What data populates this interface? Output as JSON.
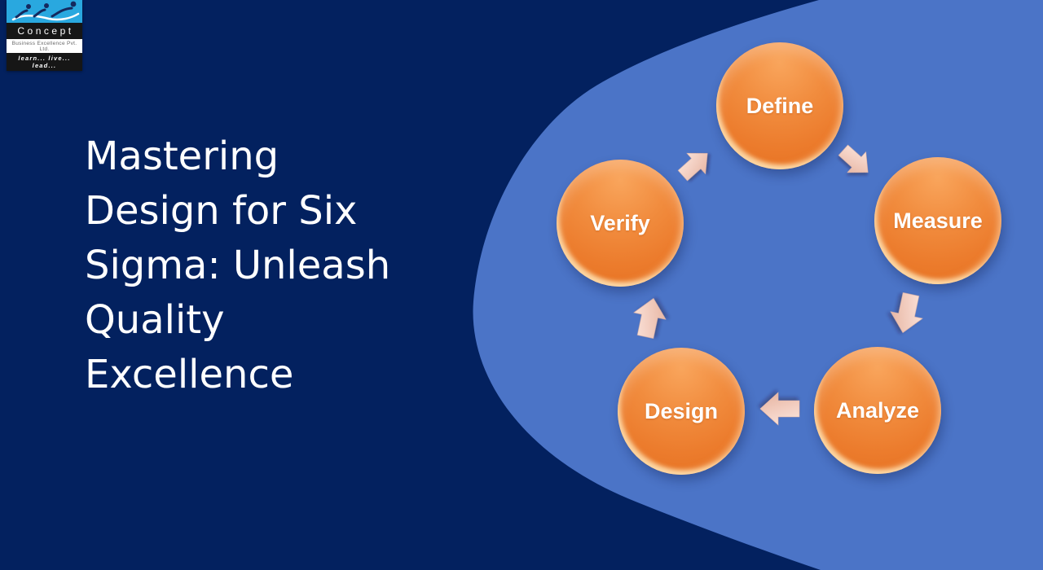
{
  "slide": {
    "title_text": "Mastering Design for Six Sigma: Unleash Quality Excellence",
    "title_lines": [
      "Mastering",
      "Design for Six",
      "Sigma: Unleash",
      "Quality",
      "Excellence"
    ]
  },
  "logo": {
    "name": "Concept",
    "subtitle": "Business Excellence Pvt. Ltd.",
    "tagline": "learn... live... lead..."
  },
  "diagram": {
    "type": "cycle",
    "steps": [
      {
        "label": "Define"
      },
      {
        "label": "Measure"
      },
      {
        "label": "Analyze"
      },
      {
        "label": "Design"
      },
      {
        "label": "Verify"
      }
    ],
    "flow": [
      "Define → Measure",
      "Measure → Analyze",
      "Analyze → Design",
      "Design → Verify",
      "Verify → Define"
    ]
  },
  "colors": {
    "background_navy": "#03215F",
    "ellipse_blue": "#4B74C7",
    "circle_orange": "#ED7D31",
    "arrow_peach": "#F2CFC2",
    "title_white": "#FFFFFF",
    "logo_cyan": "#29A8DF"
  }
}
